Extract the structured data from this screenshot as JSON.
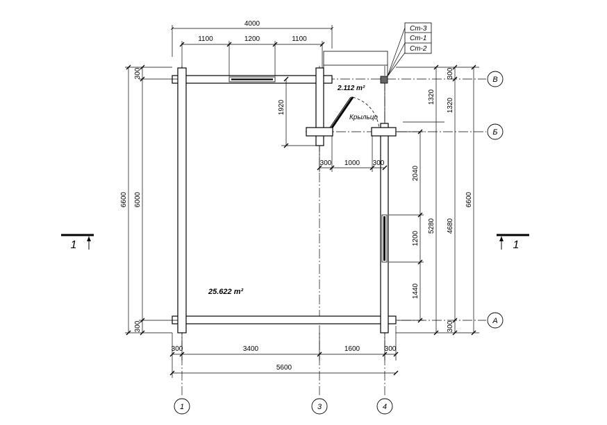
{
  "plan": {
    "top_dims": {
      "overall": "4000",
      "left": "1100",
      "window": "1200",
      "right": "1100"
    },
    "bottom_dims": {
      "a": "300",
      "b": "3400",
      "c": "1600",
      "d": "300",
      "total": "5600"
    },
    "left_dims": {
      "top_stub": "300",
      "span": "6000",
      "bottom_stub": "300",
      "overall": "6600",
      "porch_wall": "1920"
    },
    "right_dims": {
      "r1": "300",
      "r2": "1320",
      "r2b": "1320",
      "r3": "2040",
      "r4": "1200",
      "r5": "1440",
      "r6": "300",
      "chain1": "5280",
      "chain2": "4680",
      "overall": "6600"
    },
    "porch_dims": {
      "a": "300",
      "b": "1000",
      "c": "300"
    },
    "rooms": {
      "main_area": "25.622 m²",
      "porch_area": "2.112 m²",
      "porch_label": "Крыльцо"
    },
    "axes": {
      "v1": "1",
      "v3": "3",
      "v4": "4",
      "hA": "А",
      "hB": "Б",
      "hV": "В"
    },
    "legend": [
      "Ст-3",
      "Ст-1",
      "Ст-2"
    ],
    "section_marks": {
      "left": "1",
      "right": "1"
    }
  }
}
